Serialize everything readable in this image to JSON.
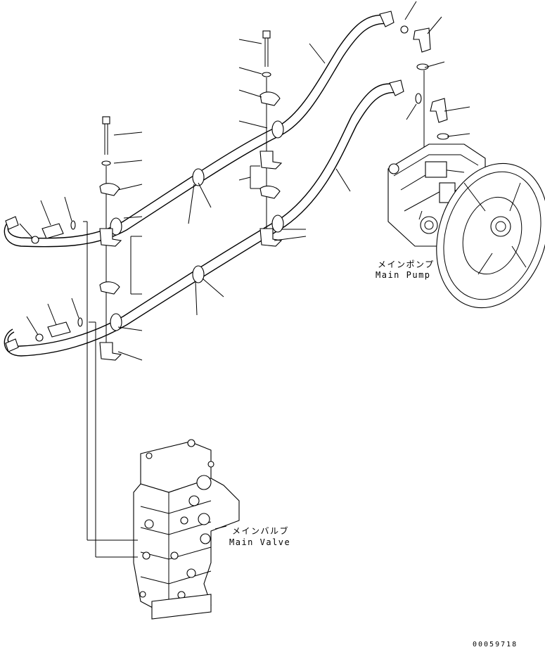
{
  "labels": {
    "main_pump_jp": "メインポンプ",
    "main_pump_en": "Main Pump",
    "main_valve_jp": "メインバルブ",
    "main_valve_en": "Main Valve",
    "figure_code": "00059718"
  }
}
